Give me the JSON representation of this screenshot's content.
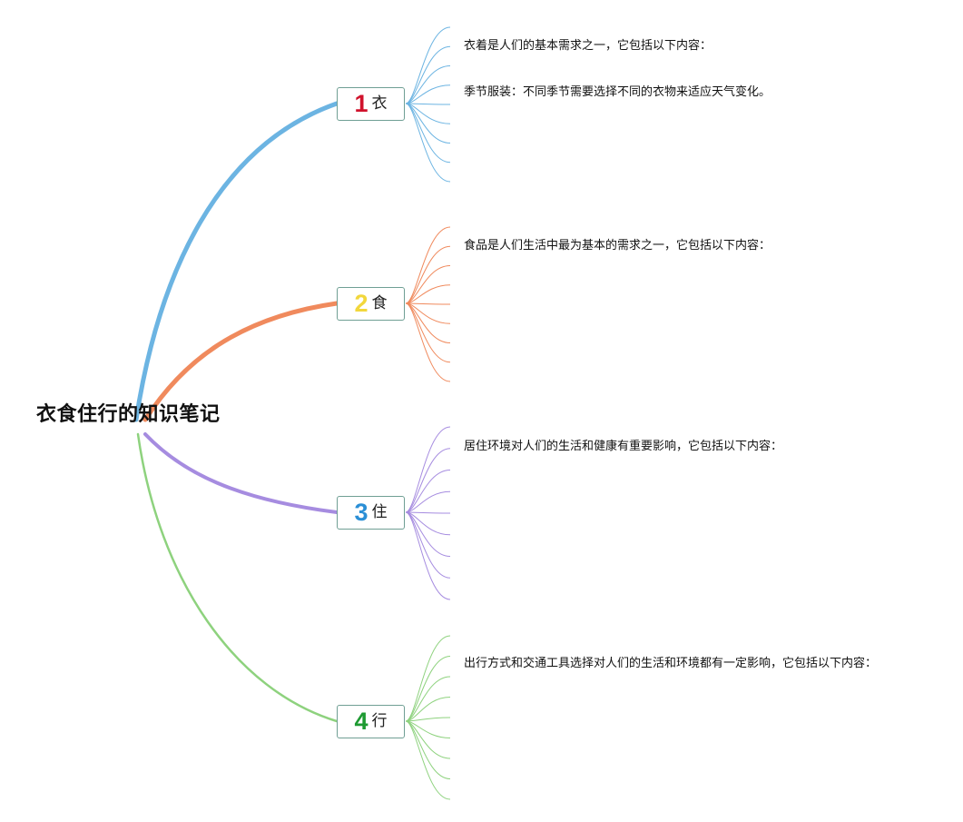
{
  "root": {
    "title": "衣食住行的知识笔记"
  },
  "branches": [
    {
      "number": "1",
      "label": "衣",
      "color": "#6cb4e2",
      "number_color": "#d0122c",
      "notes": [
        "衣着是人们的基本需求之一，它包括以下内容：",
        "季节服装：不同季节需要选择不同的衣物来适应天气变化。"
      ]
    },
    {
      "number": "2",
      "label": "食",
      "color": "#f08a5d",
      "number_color": "#f2d73c",
      "notes": [
        "食品是人们生活中最为基本的需求之一，它包括以下内容："
      ]
    },
    {
      "number": "3",
      "label": "住",
      "color": "#a68ce0",
      "number_color": "#2b8fd6",
      "notes": [
        "居住环境对人们的生活和健康有重要影响，它包括以下内容："
      ]
    },
    {
      "number": "4",
      "label": "行",
      "color": "#8ed27e",
      "number_color": "#1e9a32",
      "notes": [
        "出行方式和交通工具选择对人们的生活和环境都有一定影响，它包括以下内容："
      ]
    }
  ]
}
